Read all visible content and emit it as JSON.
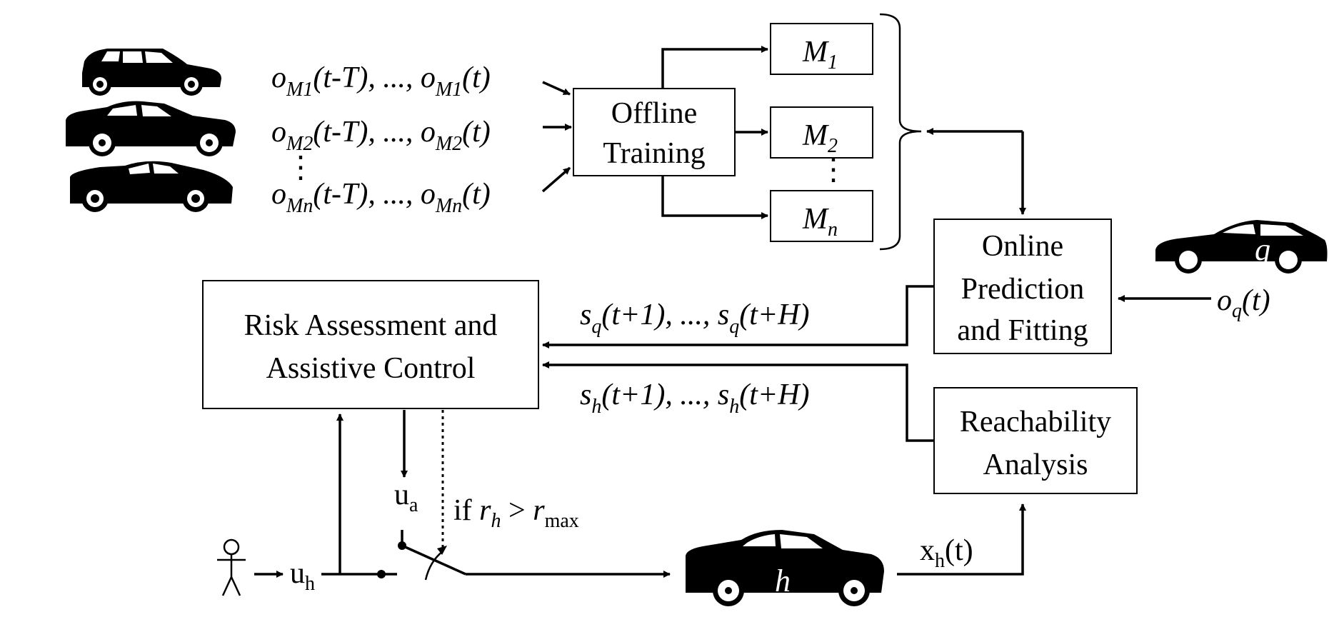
{
  "inputs": {
    "row1": {
      "pre": "o",
      "sub": "M1",
      "mid": "(t-T), ..., ",
      "pre2": "o",
      "sub2": "M1",
      "end": "(t)"
    },
    "row2": {
      "pre": "o",
      "sub": "M2",
      "mid": "(t-T), ..., ",
      "pre2": "o",
      "sub2": "M2",
      "end": "(t)"
    },
    "row3": {
      "pre": "o",
      "sub": "Mn",
      "mid": "(t-T), ..., ",
      "pre2": "o",
      "sub2": "Mn",
      "end": "(t)"
    },
    "vdots": "⋮"
  },
  "offline": {
    "line1": "Offline",
    "line2": "Training"
  },
  "models": {
    "m1": {
      "name": "M",
      "sub": "1"
    },
    "m2": {
      "name": "M",
      "sub": "2"
    },
    "vdots": "⋮",
    "mn": {
      "name": "M",
      "sub": "n"
    }
  },
  "online": {
    "line1": "Online",
    "line2": "Prediction",
    "line3": "and Fitting"
  },
  "query_car": {
    "label": "q"
  },
  "oq": {
    "pre": "o",
    "sub": "q",
    "end": "(t)"
  },
  "risk": {
    "line1": "Risk Assessment and",
    "line2": "Assistive Control"
  },
  "sq": {
    "pre": "s",
    "sub": "q",
    "mid": "(t+1), ..., ",
    "pre2": "s",
    "sub2": "q",
    "end": "(t+H)"
  },
  "sh": {
    "pre": "s",
    "sub": "h",
    "mid": "(t+1), ..., ",
    "pre2": "s",
    "sub2": "h",
    "end": "(t+H)"
  },
  "reach": {
    "line1": "Reachability",
    "line2": "Analysis"
  },
  "ua": {
    "main": "u",
    "sub": "a"
  },
  "uh": {
    "main": "u",
    "sub": "h"
  },
  "condition": {
    "if": "if ",
    "r": "r",
    "rsub": "h",
    "gt": " > ",
    "r2": "r",
    "rsub2": "max"
  },
  "host_car": {
    "label": "h"
  },
  "xh": {
    "main": "x",
    "sub": "h",
    "end": "(t)"
  }
}
